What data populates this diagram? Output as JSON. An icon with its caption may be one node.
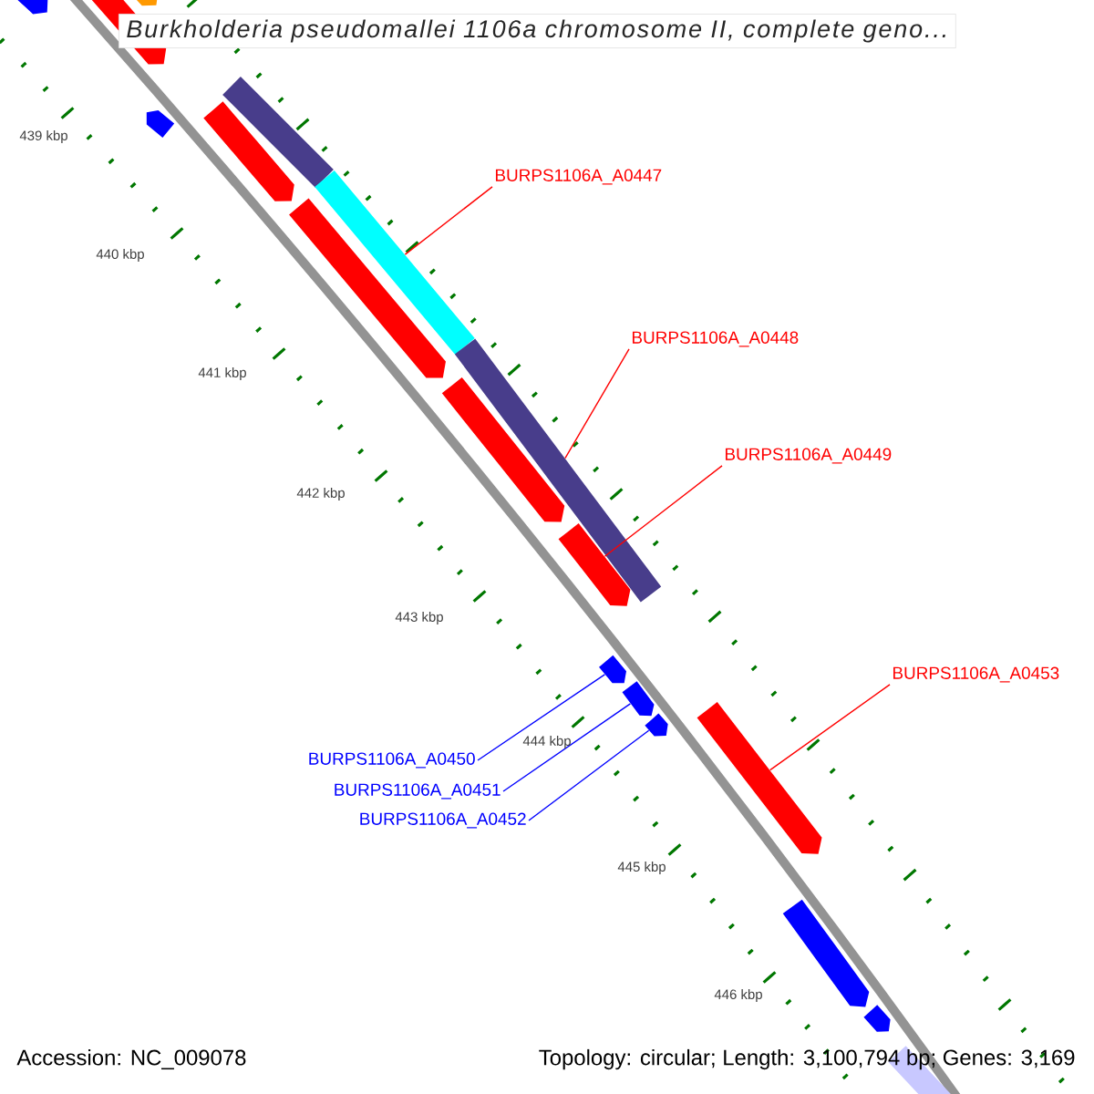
{
  "diagram": {
    "title": "*Burkholderia pseudomallei* 1106a chromosome II, complete geno...",
    "nodes": [
      {
        "text": [
          "BURPS1106A_A0447"
        ]
      },
      {
        "text": [
          "BURPS1106A_A0448"
        ]
      },
      {
        "text": [
          "BURPS1106A_A0449"
        ]
      },
      {
        "text": [
          "BURPS1106A_A0453"
        ]
      },
      {
        "text": [
          "BURPS1106A_A0450"
        ]
      },
      {
        "text": [
          "BURPS1106A_A0451"
        ]
      },
      {
        "text": [
          "BURPS1106A_A0452"
        ]
      },
      {
        "text": [],
        "shape": "bar"
      },
      {
        "text": [],
        "shape": "bar"
      },
      {
        "text": [],
        "shape": "bar"
      },
      {
        "text": [],
        "shape": "bar"
      },
      {
        "text": [],
        "shape": "bar"
      },
      {
        "text": [],
        "shape": "bar"
      },
      {
        "text": [],
        "shape": "bar"
      },
      {
        "text": [],
        "shape": "bar"
      },
      {
        "text": [],
        "shape": "bar"
      },
      {
        "text": [],
        "shape": "bar"
      },
      {
        "text": [],
        "shape": "bar"
      },
      {
        "text": [],
        "shape": "bar"
      },
      {
        "text": [],
        "shape": "bar"
      },
      {
        "text": [],
        "shape": "bar"
      },
      {
        "text": [],
        "shape": "bar"
      },
      {
        "text": [],
        "shape": "bar"
      },
      {
        "text": [],
        "shape": "bar"
      },
      {
        "text": [],
        "shape": "bar"
      }
    ],
    "edges": [
      {
        "from": 0,
        "to": 13,
        "arrow": "none"
      },
      {
        "from": 1,
        "to": 16,
        "arrow": "none"
      },
      {
        "from": 2,
        "to": 17,
        "arrow": "none"
      },
      {
        "from": 3,
        "to": 21,
        "arrow": "none"
      },
      {
        "from": 4,
        "to": 18,
        "arrow": "none",
        "color": "#0000ff"
      },
      {
        "from": 5,
        "to": 19,
        "arrow": "none",
        "color": "#0000ff"
      },
      {
        "from": 6,
        "to": 20,
        "arrow": "none",
        "color": "#0000ff"
      }
    ],
    "labels": [
      "439 kbp",
      "440 kbp",
      "441 kbp",
      "442 kbp",
      "443 kbp",
      "444 kbp",
      "445 kbp",
      "446 kbp",
      "Accession: NC_009078",
      "Topology: circular; Length: 3,100,794 bp; Genes: 3,169"
    ]
  }
}
